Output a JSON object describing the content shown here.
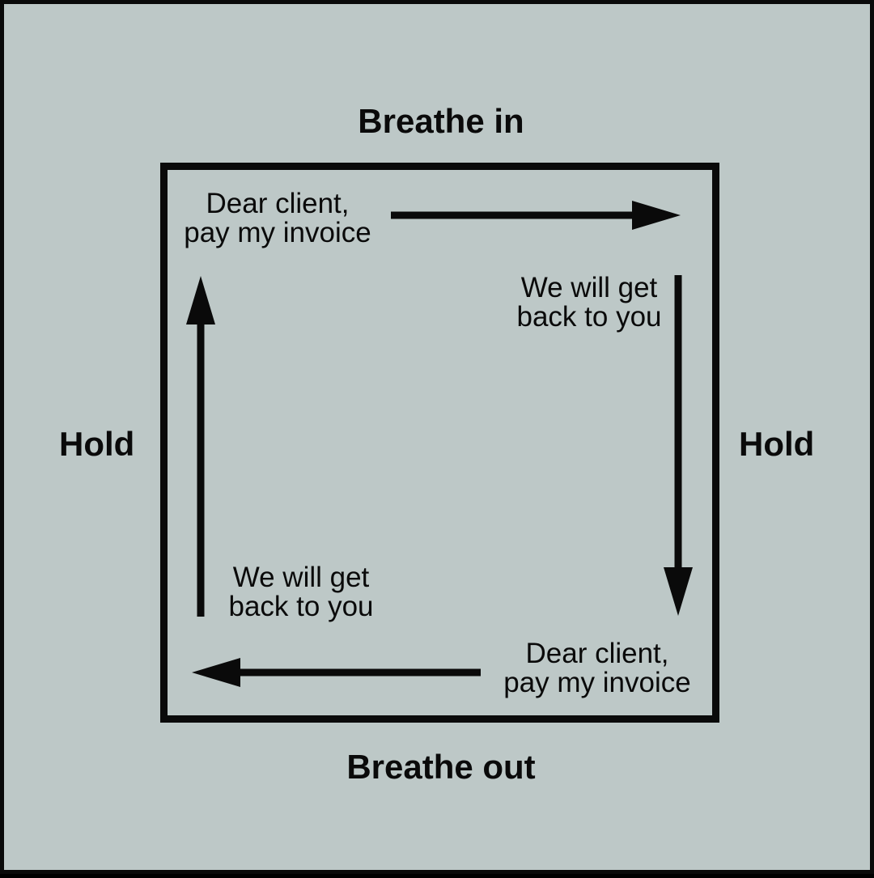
{
  "phases": {
    "top": "Breathe in",
    "right": "Hold",
    "bottom": "Breathe out",
    "left": "Hold"
  },
  "notes": {
    "top_left": [
      "Dear client,",
      "pay my invoice"
    ],
    "top_right": [
      "We will get",
      "back to you"
    ],
    "bottom_right": [
      "Dear client,",
      "pay my invoice"
    ],
    "bottom_left": [
      "We will get",
      "back to you"
    ]
  },
  "colors": {
    "background": "#bdc8c7",
    "ink": "#0a0a0a"
  },
  "arrows": [
    {
      "from": "top_left",
      "to": "top_right",
      "direction": "right"
    },
    {
      "from": "top_right",
      "to": "bottom_right",
      "direction": "down"
    },
    {
      "from": "bottom_right",
      "to": "bottom_left",
      "direction": "left"
    },
    {
      "from": "bottom_left",
      "to": "top_left",
      "direction": "up"
    }
  ]
}
